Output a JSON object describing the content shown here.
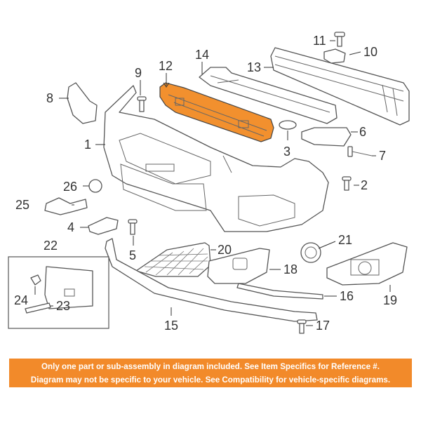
{
  "callouts": {
    "c1": "1",
    "c2": "2",
    "c3": "3",
    "c4": "4",
    "c5": "5",
    "c6": "6",
    "c7": "7",
    "c8": "8",
    "c9": "9",
    "c10": "10",
    "c11": "11",
    "c12": "12",
    "c13": "13",
    "c14": "14",
    "c15": "15",
    "c16": "16",
    "c17": "17",
    "c18": "18",
    "c19": "19",
    "c20": "20",
    "c21": "21",
    "c22": "22",
    "c23": "23",
    "c24": "24",
    "c25": "25",
    "c26": "26"
  },
  "highlight_part": "12",
  "colors": {
    "highlight": "#f2902e",
    "banner_bg": "#f28a2a",
    "banner_text": "#ffffff",
    "line": "#555555"
  },
  "banner": {
    "line1": "Only one part or sub-assembly in diagram included. See Item Specifics for Reference #.",
    "line2": "Diagram may not be specific to your vehicle. See Compatibility for vehicle-specific diagrams."
  }
}
